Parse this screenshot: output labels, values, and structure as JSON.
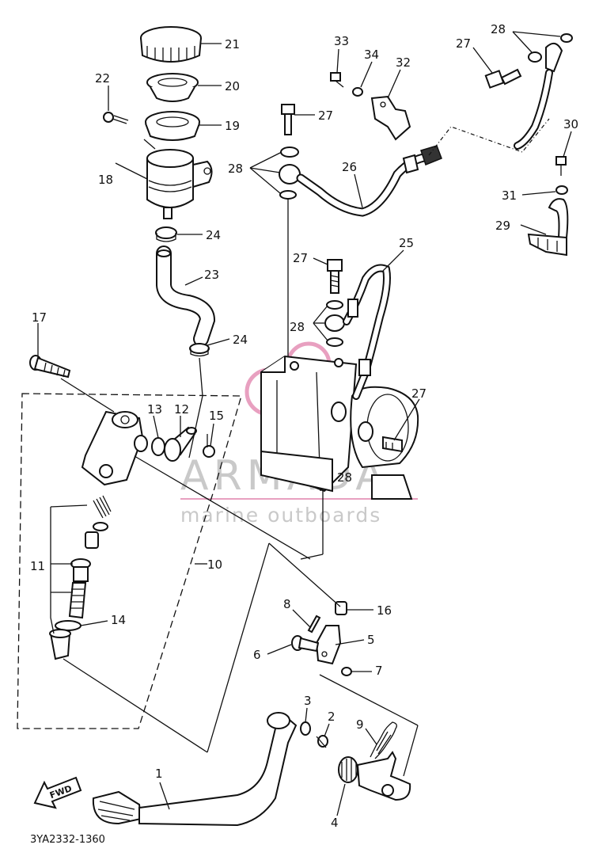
{
  "diagram_code": "3YA2332-1360",
  "watermark": {
    "brand": "ARMADA",
    "tagline": "marine outboards",
    "accent_color": "#e8a0c0"
  },
  "fwd_label": "FWD",
  "callouts": {
    "c1": "1",
    "c2": "2",
    "c3": "3",
    "c4": "4",
    "c5": "5",
    "c6": "6",
    "c7": "7",
    "c8": "8",
    "c9": "9",
    "c10": "10",
    "c11": "11",
    "c12": "12",
    "c13": "13",
    "c14": "14",
    "c15": "15",
    "c16": "16",
    "c17": "17",
    "c18": "18",
    "c19": "19",
    "c20": "20",
    "c21": "21",
    "c22": "22",
    "c23": "23",
    "c24a": "24",
    "c24b": "24",
    "c25": "25",
    "c26": "26",
    "c27a": "27",
    "c27b": "27",
    "c27c": "27",
    "c27d": "27",
    "c28a": "28",
    "c28b": "28",
    "c28c": "28",
    "c28d": "28",
    "c29": "29",
    "c30": "30",
    "c31": "31",
    "c32": "32",
    "c33": "33",
    "c34": "34"
  }
}
